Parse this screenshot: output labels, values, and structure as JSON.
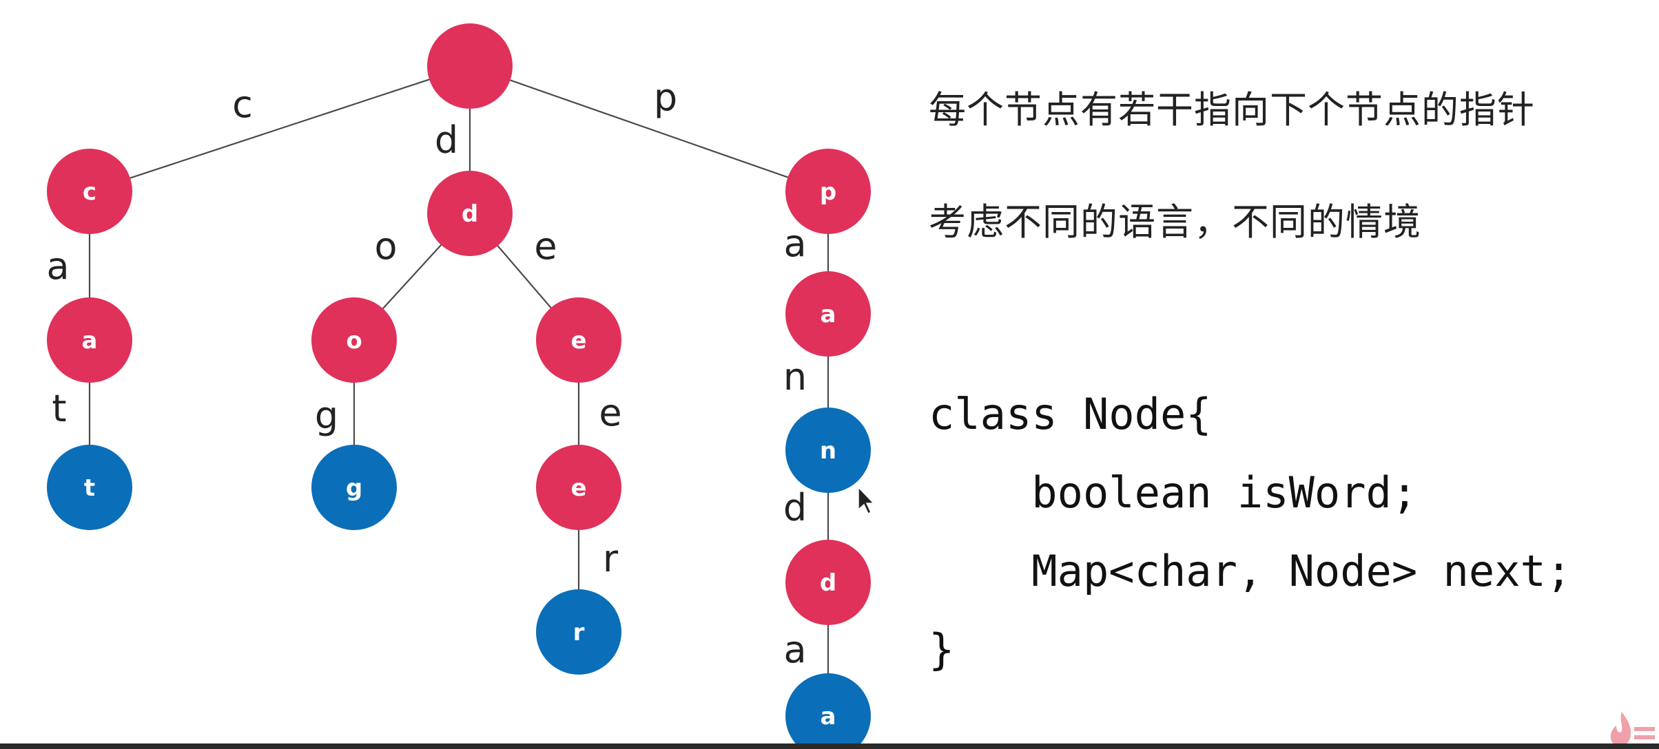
{
  "colors": {
    "inner_node": "#e0315a",
    "word_end_node": "#0b6eb8",
    "edge": "#4a4a4a"
  },
  "tree": {
    "nodes": [
      {
        "id": "root",
        "letter": "",
        "is_word": false
      },
      {
        "id": "c",
        "letter": "c",
        "is_word": false
      },
      {
        "id": "ca",
        "letter": "a",
        "is_word": false
      },
      {
        "id": "cat",
        "letter": "t",
        "is_word": true
      },
      {
        "id": "d",
        "letter": "d",
        "is_word": false
      },
      {
        "id": "do",
        "letter": "o",
        "is_word": false
      },
      {
        "id": "dog",
        "letter": "g",
        "is_word": true
      },
      {
        "id": "de",
        "letter": "e",
        "is_word": false
      },
      {
        "id": "dee",
        "letter": "e",
        "is_word": false
      },
      {
        "id": "deer",
        "letter": "r",
        "is_word": true
      },
      {
        "id": "p",
        "letter": "p",
        "is_word": false
      },
      {
        "id": "pa",
        "letter": "a",
        "is_word": false
      },
      {
        "id": "pan",
        "letter": "n",
        "is_word": true
      },
      {
        "id": "pand",
        "letter": "d",
        "is_word": false
      },
      {
        "id": "panda",
        "letter": "a",
        "is_word": true
      }
    ],
    "edges": [
      {
        "from": "root",
        "to": "c",
        "label": "c"
      },
      {
        "from": "c",
        "to": "ca",
        "label": "a"
      },
      {
        "from": "ca",
        "to": "cat",
        "label": "t"
      },
      {
        "from": "root",
        "to": "d",
        "label": "d"
      },
      {
        "from": "d",
        "to": "do",
        "label": "o"
      },
      {
        "from": "do",
        "to": "dog",
        "label": "g"
      },
      {
        "from": "d",
        "to": "de",
        "label": "e"
      },
      {
        "from": "de",
        "to": "dee",
        "label": "e"
      },
      {
        "from": "dee",
        "to": "deer",
        "label": "r"
      },
      {
        "from": "root",
        "to": "p",
        "label": "p"
      },
      {
        "from": "p",
        "to": "pa",
        "label": "a"
      },
      {
        "from": "pa",
        "to": "pan",
        "label": "n"
      },
      {
        "from": "pan",
        "to": "pand",
        "label": "d"
      },
      {
        "from": "pand",
        "to": "panda",
        "label": "a"
      }
    ]
  },
  "text": {
    "line1": "每个节点有若干指向下个节点的指针",
    "line2": "考虑不同的语言，不同的情境"
  },
  "code": {
    "lines": [
      "class Node{",
      "    boolean isWord;",
      "    Map<char, Node> next;",
      "}"
    ]
  },
  "icons": {
    "cursor": "cursor-arrow-icon",
    "brand": "flame-logo-icon"
  }
}
